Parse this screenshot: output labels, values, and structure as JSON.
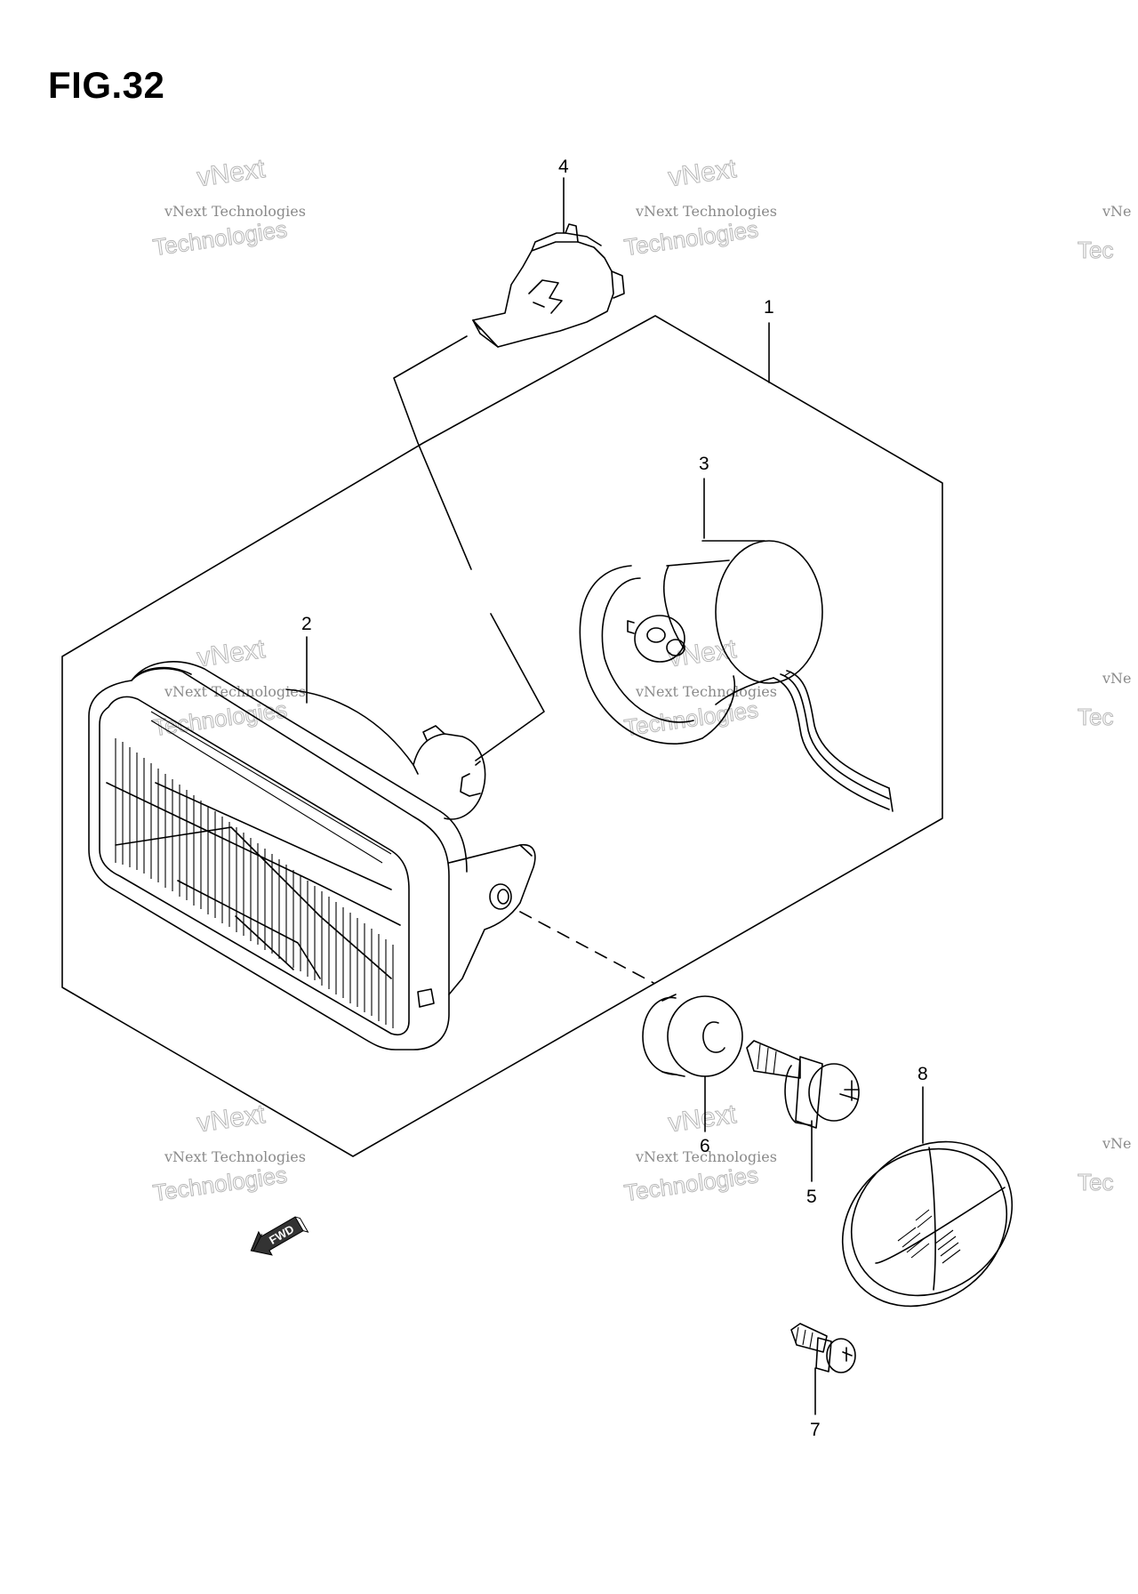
{
  "figure": {
    "title": "FIG.32"
  },
  "callouts": [
    {
      "id": "1",
      "text": "1"
    },
    {
      "id": "2",
      "text": "2"
    },
    {
      "id": "3",
      "text": "3"
    },
    {
      "id": "4",
      "text": "4"
    },
    {
      "id": "5",
      "text": "5"
    },
    {
      "id": "6",
      "text": "6"
    },
    {
      "id": "7",
      "text": "7"
    },
    {
      "id": "8",
      "text": "8"
    }
  ],
  "direction_marker": {
    "text": "FWD",
    "icon": "fwd-arrow-icon"
  },
  "watermark": {
    "line_small": "vNext Technologies",
    "line_top": "vNext",
    "line_bottom": "Technologies",
    "line_cut": "vNe",
    "line_cut2": "Tec"
  },
  "colors": {
    "line": "#000000",
    "watermark": "#b8b8b8",
    "background": "#ffffff"
  }
}
